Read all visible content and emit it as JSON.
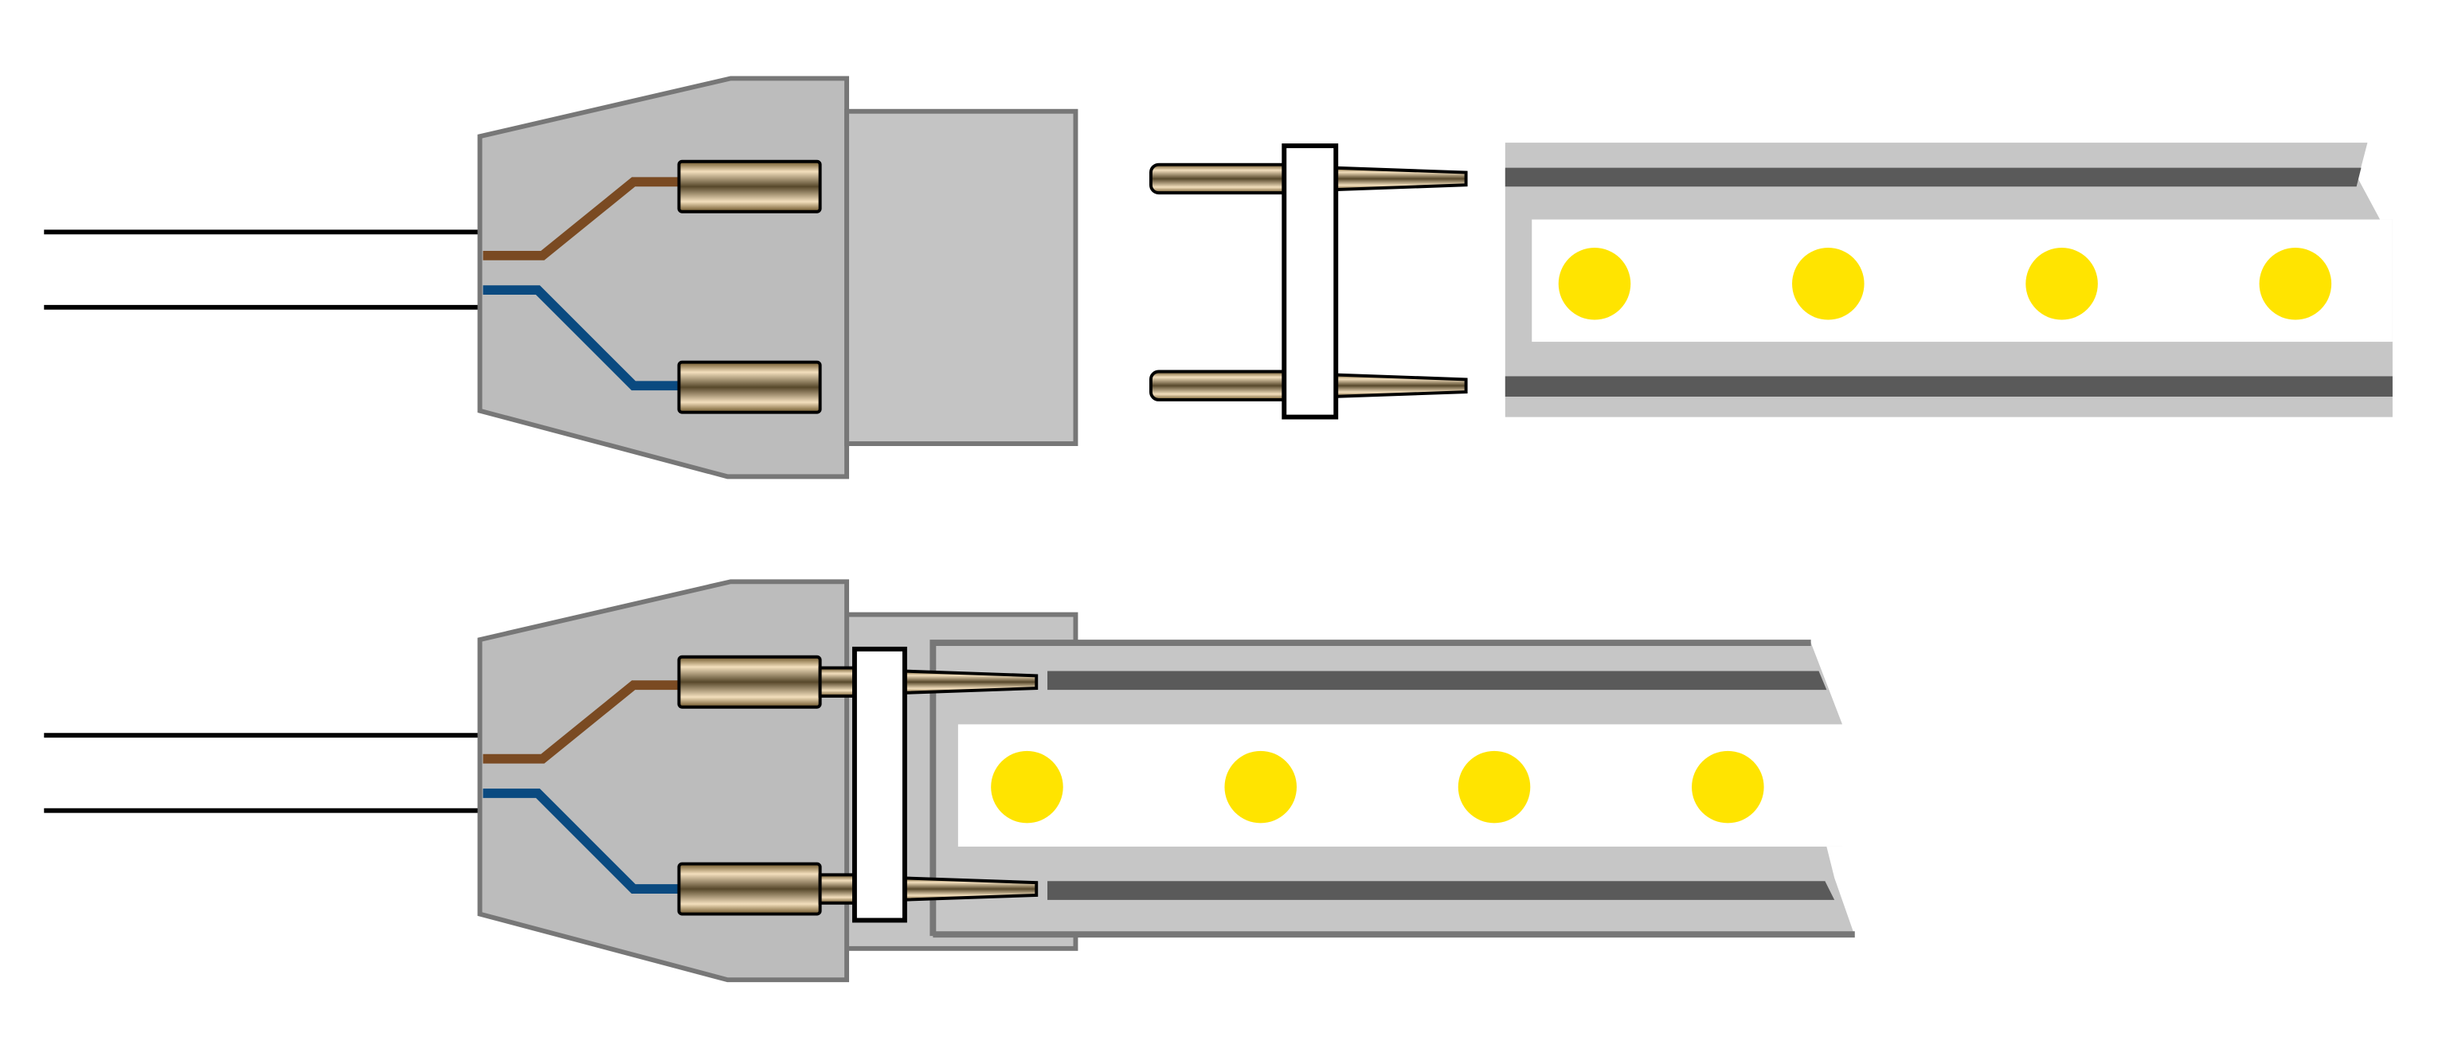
{
  "diagram": {
    "description_labels": [],
    "colors": {
      "housing": "#bcbcbc",
      "housing_outline": "#777777",
      "socket": "#c4c4c4",
      "wire_live": "#7a4a22",
      "wire_neutral": "#0a4a80",
      "strip_body": "#c6c6c6",
      "strip_conductor": "#5a5a5a",
      "led": "#ffe400",
      "metal_dark": "#5a4a2c",
      "metal_light": "#f3dfbd"
    },
    "views": [
      {
        "state": "disassembled",
        "led_count": 4
      },
      {
        "state": "assembled",
        "led_count": 4
      }
    ]
  }
}
